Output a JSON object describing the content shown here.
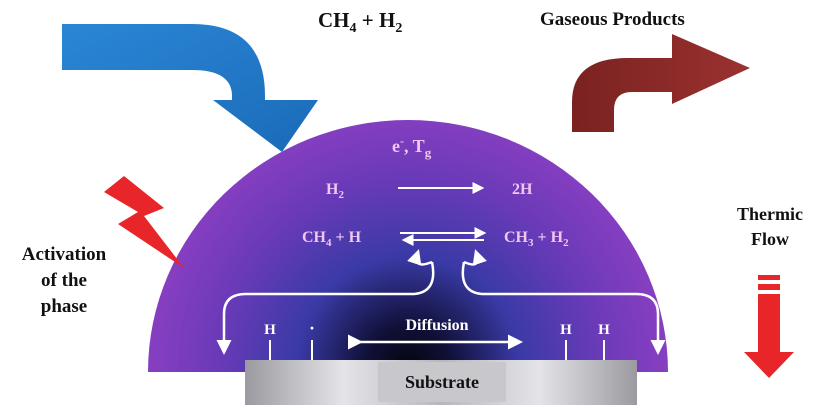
{
  "inputs": {
    "ch4": "CH",
    "ch4_sub": "4",
    "plus": " + H",
    "h2_sub": "2"
  },
  "outputs": {
    "label": "Gaseous Products"
  },
  "plasma": {
    "params": {
      "e": "e",
      "e_sup": "-",
      "sep": ", T",
      "tg_sub": "g"
    },
    "reaction1": {
      "lhs": "H",
      "lhs_sub": "2",
      "rhs": "2H"
    },
    "reaction2": {
      "lhs_a": "CH",
      "lhs_a_sub": "4",
      "lhs_b": " + H",
      "rhs_a": "CH",
      "rhs_a_sub": "3",
      "rhs_b": " + H",
      "rhs_b_sub": "2"
    }
  },
  "surface": {
    "diffusion": "Diffusion",
    "substrate": "Substrate",
    "h_left": "H",
    "dot": "·",
    "h_right_1": "H",
    "h_right_2": "H"
  },
  "activation": {
    "line1": "Activation",
    "line2": "of the",
    "line3": "phase"
  },
  "thermic": {
    "line1": "Thermic",
    "line2": "Flow"
  },
  "colors": {
    "inflow_arrow": "#1d74c4",
    "outflow_arrow": "#8b2a28",
    "lightning": "#e8262a",
    "thermic_arrow": "#e8262a",
    "plasma_outer": "#8a3fc2",
    "plasma_mid": "#3a3aa6",
    "plasma_core": "#050510",
    "reaction_text": "#f2c6f0",
    "substrate": "#c8c8cc"
  }
}
